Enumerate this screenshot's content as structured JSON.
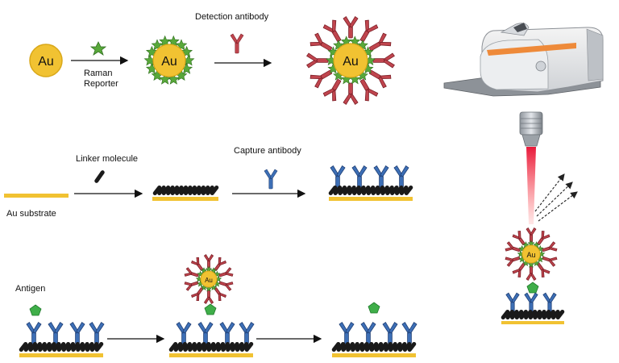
{
  "labels": {
    "raman_reporter": [
      "Raman",
      "Reporter"
    ],
    "detection_antibody": "Detection antibody",
    "linker_molecule": "Linker molecule",
    "capture_antibody": "Capture antibody",
    "au_substrate": "Au substrate",
    "antigen": "Antigen",
    "au": "Au"
  },
  "colors": {
    "gold": "#f1c232",
    "gold_stroke": "#c99a10",
    "reporter_green": "#58a83a",
    "detection_red": "#c0454e",
    "capture_blue": "#3d6fb6",
    "linker_black": "#1a1a1a",
    "antigen_green": "#3fae49",
    "laser_red": "#e02020"
  }
}
